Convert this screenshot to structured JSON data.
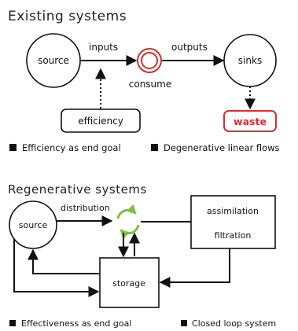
{
  "existing": {
    "title": "Existing systems",
    "nodes": {
      "source": "source",
      "sinks": "sinks",
      "consume": "consume",
      "efficiency": "efficiency",
      "waste": "waste"
    },
    "edges": {
      "inputs": "inputs",
      "outputs": "outputs"
    },
    "bullets": [
      "Efficiency as end goal",
      "Degenerative linear flows"
    ],
    "colors": {
      "consume": "#d32f2f",
      "waste": "#d32f2f"
    }
  },
  "regenerative": {
    "title": "Regenerative systems",
    "nodes": {
      "source": "source",
      "storage": "storage",
      "assimilation": "assimilation",
      "filtration": "filtration"
    },
    "edges": {
      "distribution": "distribution"
    },
    "bullets": [
      "Effectiveness as end goal",
      "Closed loop system"
    ],
    "colors": {
      "cycle": "#7cc242"
    }
  }
}
